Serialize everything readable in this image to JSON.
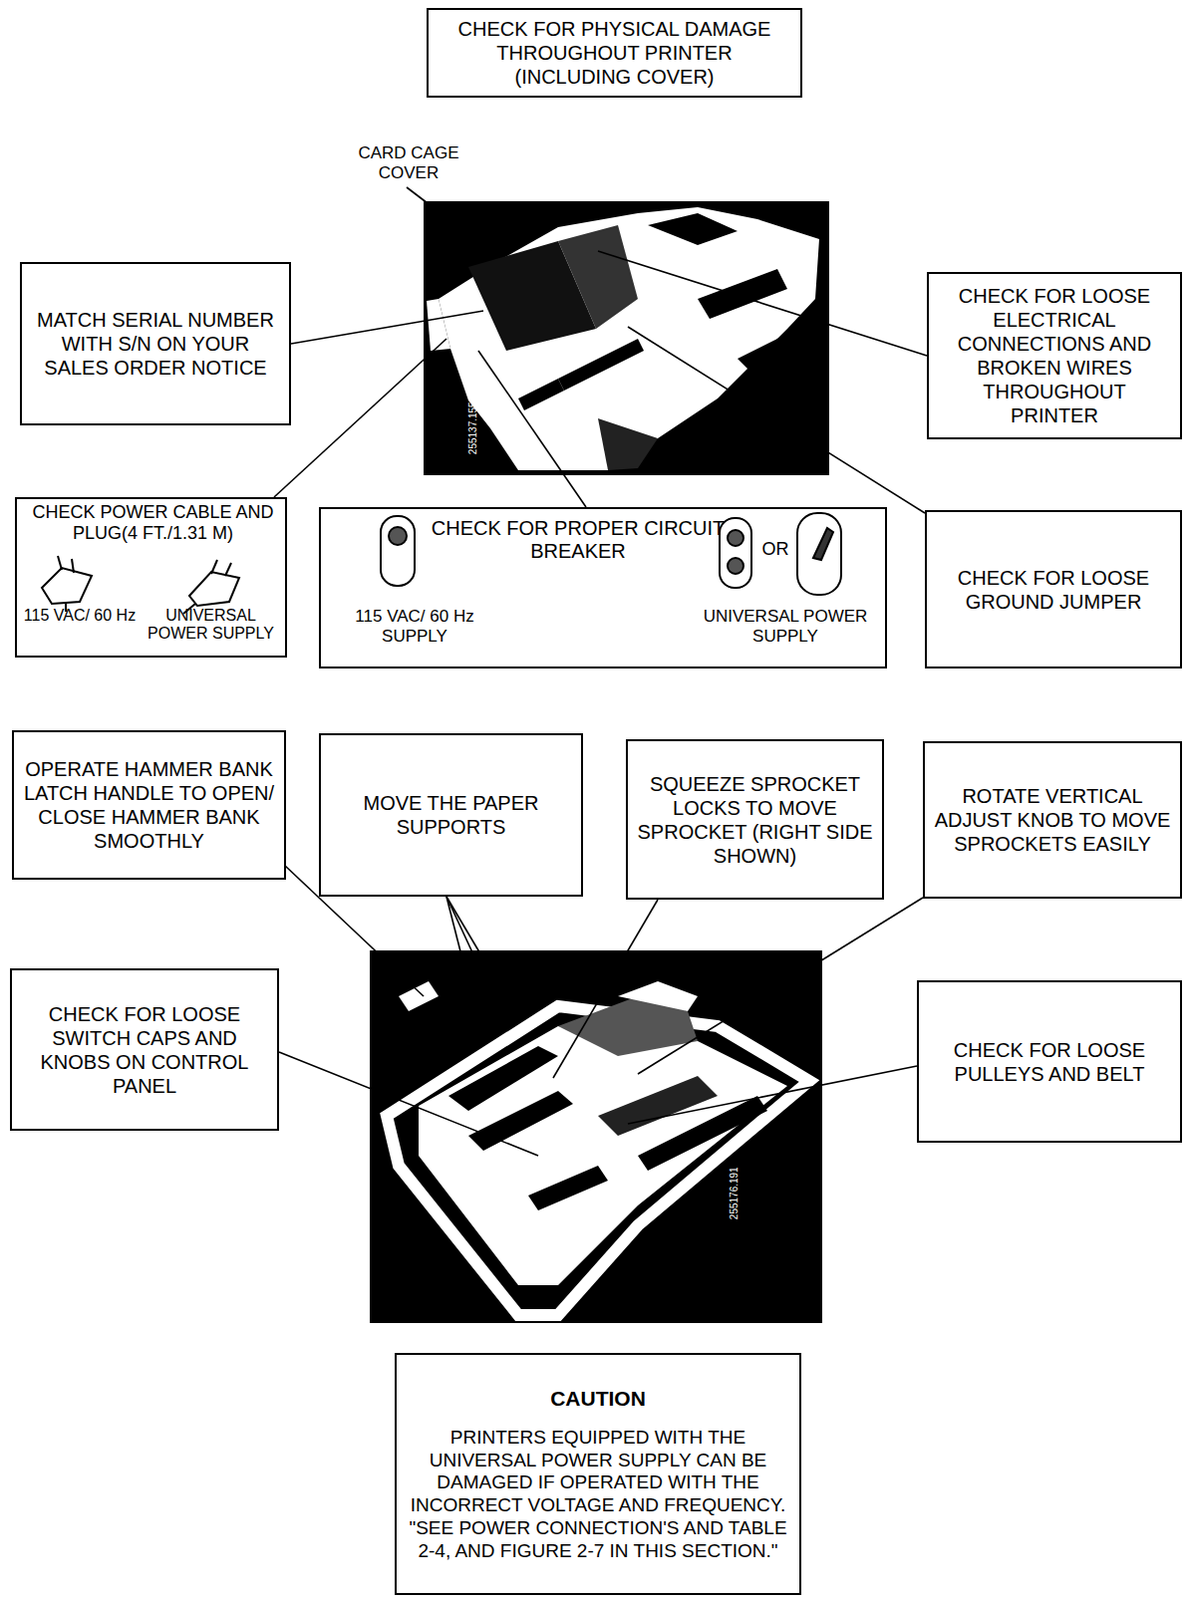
{
  "diagram": {
    "nodes": [
      {
        "text": [
          "CHECK FOR PHYSICAL DAMAGE THROUGHOUT PRINTER (INCLUDING COVER)"
        ]
      },
      {
        "text": [
          "MATCH SERIAL NUMBER WITH S/N ON YOUR SALES ORDER NOTICE"
        ]
      },
      {
        "text": [
          "CHECK FOR LOOSE ELECTRICAL CONNECTIONS AND BROKEN WIRES THROUGHOUT PRINTER"
        ]
      },
      {
        "text": [
          "CHECK POWER CABLE AND PLUG(4 FT./1.31 M)",
          "115 VAC/ 60 Hz",
          "UNIVERSAL POWER SUPPLY"
        ]
      },
      {
        "text": [
          "CHECK FOR PROPER CIRCUIT BREAKER",
          "115 VAC/ 60 Hz SUPPLY",
          "OR",
          "UNIVERSAL POWER SUPPLY"
        ]
      },
      {
        "text": [
          "CHECK FOR LOOSE GROUND JUMPER"
        ]
      },
      {
        "text": [
          "OPERATE HAMMER BANK LATCH HANDLE TO OPEN/ CLOSE HAMMER BANK SMOOTHLY"
        ]
      },
      {
        "text": [
          "MOVE THE PAPER SUPPORTS"
        ]
      },
      {
        "text": [
          "SQUEEZE SPROCKET LOCKS TO MOVE SPROCKET (RIGHT SIDE SHOWN)"
        ]
      },
      {
        "text": [
          "ROTATE VERTICAL ADJUST KNOB TO MOVE SPROCKETS EASILY"
        ]
      },
      {
        "text": [
          "CHECK FOR LOOSE SWITCH CAPS AND KNOBS ON CONTROL PANEL"
        ]
      },
      {
        "text": [
          "CHECK FOR LOOSE PULLEYS AND BELT"
        ]
      },
      {
        "text": [
          "CAUTION",
          "PRINTERS EQUIPPED WITH THE UNIVERSAL POWER SUPPLY CAN BE DAMAGED IF OPERATED WITH THE INCORRECT VOLTAGE AND FREQUENCY. \"SEE POWER CONNECTION'S AND TABLE 2-4, AND FIGURE 2-7 IN THIS SECTION.\""
        ]
      }
    ],
    "labels": [
      "CARD CAGE COVER",
      "255137.155",
      "255176.191"
    ]
  }
}
